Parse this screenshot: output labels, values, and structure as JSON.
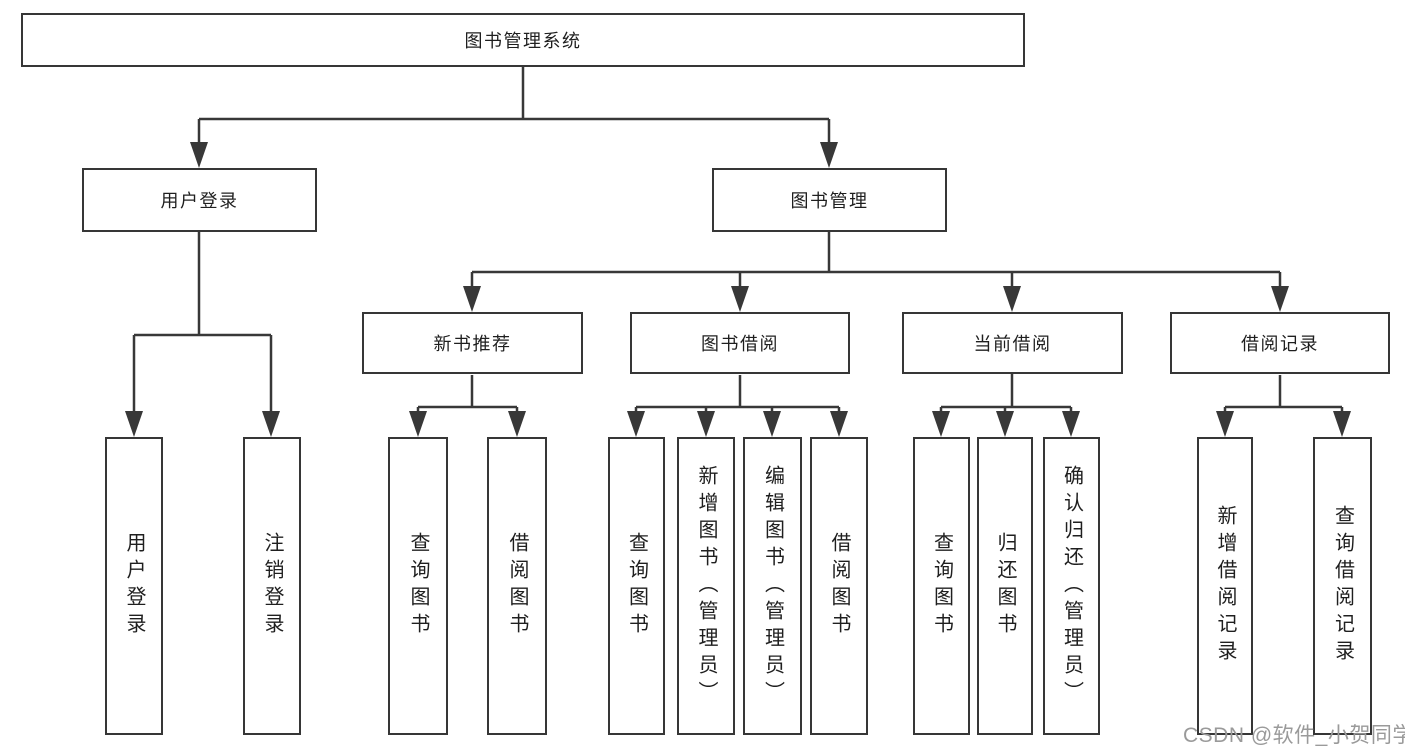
{
  "tree": {
    "label": "图书管理系统",
    "children": [
      {
        "label": "用户登录",
        "children": [
          {
            "label": "用户登录"
          },
          {
            "label": "注销登录"
          }
        ]
      },
      {
        "label": "图书管理",
        "children": [
          {
            "label": "新书推荐",
            "children": [
              {
                "label": "查询图书"
              },
              {
                "label": "借阅图书"
              }
            ]
          },
          {
            "label": "图书借阅",
            "children": [
              {
                "label": "查询图书"
              },
              {
                "label": "新增图书（管理员）"
              },
              {
                "label": "编辑图书（管理员）"
              },
              {
                "label": "借阅图书"
              }
            ]
          },
          {
            "label": "当前借阅",
            "children": [
              {
                "label": "查询图书"
              },
              {
                "label": "归还图书"
              },
              {
                "label": "确认归还（管理员）"
              }
            ]
          },
          {
            "label": "借阅记录",
            "children": [
              {
                "label": "新增借阅记录"
              },
              {
                "label": "查询借阅记录"
              }
            ]
          }
        ]
      }
    ]
  },
  "watermark": {
    "text": "CSDN @软件_小贺同学"
  },
  "colors": {
    "line": "#383838",
    "border": "#363636",
    "text": "#1f1f1f",
    "watermark": "#9a9a9a",
    "background": "#ffffff"
  }
}
